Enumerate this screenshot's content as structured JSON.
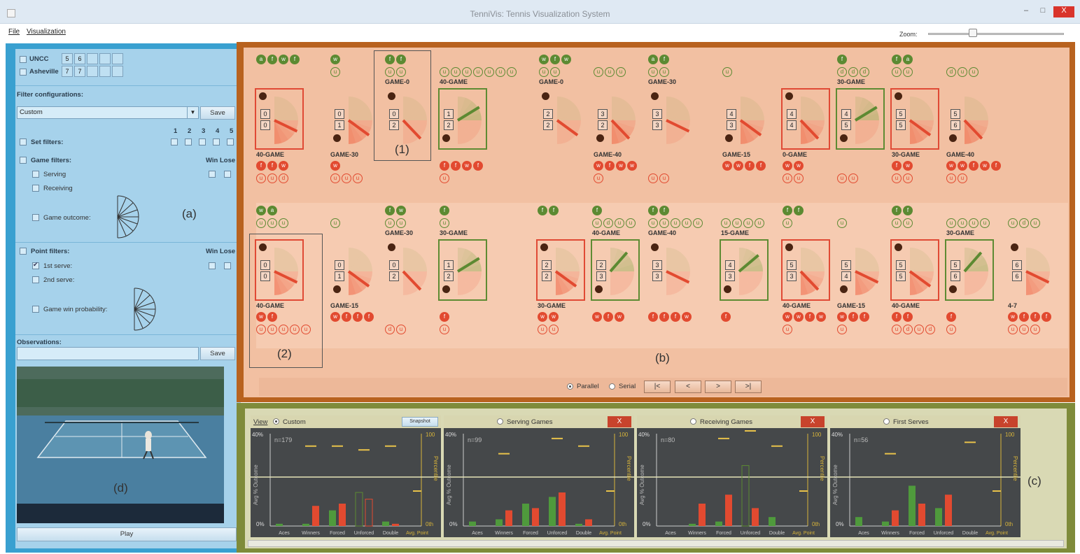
{
  "window": {
    "title": "TenniVis: Tennis Visualization System",
    "minimize": "–",
    "maximize": "□",
    "close": "X"
  },
  "menu": {
    "file": "File",
    "visualization": "Visualization",
    "zoom_label": "Zoom:"
  },
  "left": {
    "teams": [
      {
        "name": "UNCC",
        "sets": [
          "5",
          "6",
          "",
          "",
          ""
        ]
      },
      {
        "name": "Asheville",
        "sets": [
          "7",
          "7",
          "",
          "",
          ""
        ]
      }
    ],
    "filter_configurations_label": "Filter configurations:",
    "filter_select_value": "Custom",
    "save_label": "Save",
    "set_numbers": [
      "1",
      "2",
      "3",
      "4",
      "5"
    ],
    "set_filters_label": "Set filters:",
    "game_filters_label": "Game filters:",
    "win_lose_label": "Win Lose",
    "serving_label": "Serving",
    "receiving_label": "Receiving",
    "game_outcome_label": "Game outcome:",
    "point_filters_label": "Point filters:",
    "first_serve_label": "1st serve:",
    "second_serve_label": "2nd serve:",
    "game_win_prob_label": "Game win probability:",
    "observations_label": "Observations:",
    "play_label": "Play",
    "annot_a": "(a)",
    "annot_d": "(d)"
  },
  "main": {
    "annot_1": "(1)",
    "annot_2": "(2)",
    "annot_b": "(b)",
    "nav": {
      "parallel": "Parallel",
      "serial": "Serial",
      "first": "|<",
      "prev": "<",
      "next": ">",
      "last": ">|"
    },
    "row1": [
      {
        "score": [
          "0",
          "0"
        ],
        "top": "",
        "bottom": "40-GAME",
        "box": "red",
        "dot_top": true
      },
      {
        "score": [
          "0",
          "1"
        ],
        "top": "",
        "bottom": "GAME-30",
        "box": "none",
        "dot_top": false
      },
      {
        "score": [
          "0",
          "2"
        ],
        "top": "GAME-0",
        "bottom": "",
        "box": "none",
        "dot_top": true
      },
      {
        "score": [
          "1",
          "2"
        ],
        "top": "40-GAME",
        "bottom": "",
        "box": "green",
        "dot_top": false
      },
      {
        "score": [
          "2",
          "2"
        ],
        "top": "GAME-0",
        "bottom": "",
        "box": "none",
        "dot_top": true
      },
      {
        "score": [
          "3",
          "2"
        ],
        "top": "",
        "bottom": "GAME-40",
        "box": "none",
        "dot_top": false
      },
      {
        "score": [
          "3",
          "3"
        ],
        "top": "GAME-30",
        "bottom": "",
        "box": "none",
        "dot_top": true
      },
      {
        "score": [
          "4",
          "3"
        ],
        "top": "",
        "bottom": "GAME-15",
        "box": "none",
        "dot_top": false
      },
      {
        "score": [
          "4",
          "4"
        ],
        "top": "",
        "bottom": "0-GAME",
        "box": "red",
        "dot_top": true
      },
      {
        "score": [
          "4",
          "5"
        ],
        "top": "30-GAME",
        "bottom": "",
        "box": "green",
        "dot_top": false
      },
      {
        "score": [
          "5",
          "5"
        ],
        "top": "",
        "bottom": "30-GAME",
        "box": "red",
        "dot_top": true
      },
      {
        "score": [
          "5",
          "6"
        ],
        "top": "",
        "bottom": "GAME-40",
        "box": "none",
        "dot_top": false
      }
    ],
    "row2": [
      {
        "score": [
          "0",
          "0"
        ],
        "top": "",
        "bottom": "40-GAME",
        "box": "red",
        "dot_top": true
      },
      {
        "score": [
          "0",
          "1"
        ],
        "top": "",
        "bottom": "GAME-15",
        "box": "none",
        "dot_top": false
      },
      {
        "score": [
          "0",
          "2"
        ],
        "top": "GAME-30",
        "bottom": "",
        "box": "none",
        "dot_top": true
      },
      {
        "score": [
          "1",
          "2"
        ],
        "top": "30-GAME",
        "bottom": "",
        "box": "green",
        "dot_top": false
      },
      {
        "score": [
          "2",
          "2"
        ],
        "top": "",
        "bottom": "30-GAME",
        "box": "red",
        "dot_top": true
      },
      {
        "score": [
          "2",
          "3"
        ],
        "top": "40-GAME",
        "bottom": "",
        "box": "green",
        "dot_top": false
      },
      {
        "score": [
          "3",
          "3"
        ],
        "top": "GAME-40",
        "bottom": "",
        "box": "none",
        "dot_top": true
      },
      {
        "score": [
          "4",
          "3"
        ],
        "top": "15-GAME",
        "bottom": "",
        "box": "green",
        "dot_top": false
      },
      {
        "score": [
          "5",
          "3"
        ],
        "top": "",
        "bottom": "40-GAME",
        "box": "red",
        "dot_top": true
      },
      {
        "score": [
          "5",
          "4"
        ],
        "top": "",
        "bottom": "GAME-15",
        "box": "none",
        "dot_top": false
      },
      {
        "score": [
          "5",
          "5"
        ],
        "top": "",
        "bottom": "40-GAME",
        "box": "red",
        "dot_top": true
      },
      {
        "score": [
          "5",
          "6"
        ],
        "top": "30-GAME",
        "bottom": "",
        "box": "green",
        "dot_top": false
      },
      {
        "score": [
          "6",
          "6"
        ],
        "top": "",
        "bottom": "4-7",
        "box": "none",
        "dot_top": true
      }
    ]
  },
  "bottom": {
    "annot_c": "(c)",
    "view_label": "View",
    "snapshot_label": "Snapshot",
    "close_x": "X",
    "y_left_top": "40%",
    "y_left_bottom": "0%",
    "y_right_top": "100",
    "y_right_bottom": "0th",
    "y_left_title": "Avg % Outcome",
    "y_right_title": "Percentile",
    "categories": [
      "Aces",
      "Winners",
      "Forced",
      "Unforced",
      "Double",
      "Avg. Point"
    ],
    "panes": [
      {
        "title": "Custom",
        "n": "n=179",
        "selected": true
      },
      {
        "title": "Serving Games",
        "n": "n=99",
        "selected": false
      },
      {
        "title": "Receiving Games",
        "n": "n=80",
        "selected": false
      },
      {
        "title": "First Serves",
        "n": "n=56",
        "selected": false
      }
    ]
  },
  "colors": {
    "green": "#5c8a32",
    "red": "#e24a30",
    "blue_panel": "#39a0d0",
    "orange_panel": "#b8621f",
    "olive_panel": "#7f8b3a"
  }
}
